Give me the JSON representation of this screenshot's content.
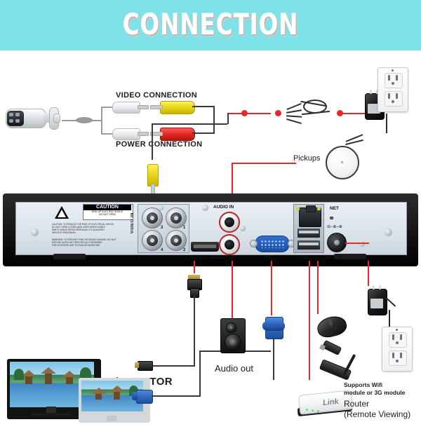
{
  "header": {
    "title": "CONNECTION",
    "band_color": "#7fe2e6",
    "title_color": "#ffffff"
  },
  "labels": {
    "video_connection": "VIDEO CONNECTION",
    "power_connection": "POWER CONNECTION",
    "pickups": "Pickups",
    "tv_monitor": "TV / MONITOR",
    "audio_out_device": "Audio out",
    "wifi_note_line1": "Supports Wifi",
    "wifi_note_line2": "module or 3G module",
    "router_line1": "Router",
    "router_line2": "(Remote Viewing)"
  },
  "dvr": {
    "caution": {
      "heading": "CAUTION",
      "sub_line1": "RISK OF ELECTRIC SHOCK",
      "sub_line2": "DO NOT OPEN",
      "body_line1": "CAUTION: TO REDUCE THE RISK OF ELECTRICAL SHOCK",
      "body_line2": "DO NOT OPEN COVER (AND USER SERVICEABLE",
      "body_line3": "PARTS INSIDE REFER SERVICING TO QUALIFIED",
      "body_line4": "SERVICE PERSONNEL",
      "body_line5": "WARNING: TO PREVENT FIRE OR SHOCK HAZARD, DO NOT",
      "body_line6": "EXPOSE UNITS NOT SPECIFICALLY DESIGNED",
      "body_line7": "FOR OUTDOOR USE TO RAIN OR MOISTURE"
    },
    "video_in_label": "VIDEO IN",
    "bnc_numbers": [
      "3",
      "1",
      "4",
      "2"
    ],
    "ports": {
      "audio_in": "AUDIO IN",
      "hd_port": "HD-port",
      "audio_out": "AUDIO OUT",
      "vga": "VGA",
      "usb": "USB",
      "dc_12v": "DC 12V",
      "net": "NET"
    },
    "polarity_symbol": "⊖‒⊕‒⊕"
  },
  "router": {
    "brand": "Link"
  },
  "colors": {
    "wire": "#3a3a3a",
    "red_trace": "#e8262b",
    "video_rca": "#e8d41a",
    "power_rca": "#e02a22",
    "vga_blue": "#1b4f9f",
    "panel": "#dbe3ea"
  }
}
